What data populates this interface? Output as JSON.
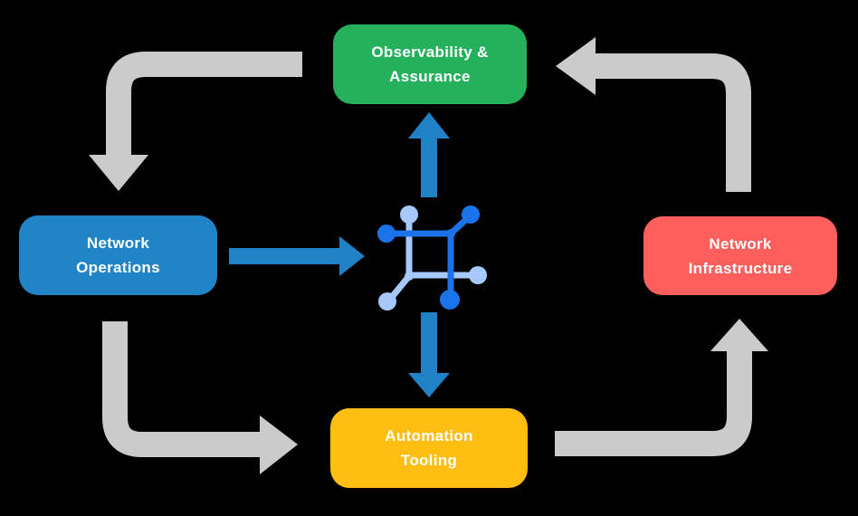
{
  "title": "Network automation lifecycle diagram",
  "colors": {
    "background": "#000000",
    "green": "#25B15C",
    "blue": "#2184C6",
    "red": "#FC5F5C",
    "yellow": "#FFBE11",
    "gray": "#CBCBCB",
    "arrow_blue": "#2181C7",
    "icon_dark": "#1A73E8",
    "icon_light": "#A6C8FB",
    "text": "#FFFFFF"
  },
  "nodes": {
    "observability": {
      "line1": "Observability &",
      "line2": "Assurance"
    },
    "operations": {
      "line1": "Network",
      "line2": "Operations"
    },
    "infrastructure": {
      "line1": "Network",
      "line2": "Infrastructure"
    },
    "tooling": {
      "line1": "Automation",
      "line2": "Tooling"
    }
  },
  "center_icon": "network-mesh-icon",
  "flows": {
    "gray_cycle": [
      "observability-to-operations",
      "operations-to-tooling",
      "tooling-to-infrastructure",
      "infrastructure-to-observability"
    ],
    "blue_arrows": [
      "operations-to-center",
      "center-to-observability",
      "center-to-tooling"
    ]
  }
}
